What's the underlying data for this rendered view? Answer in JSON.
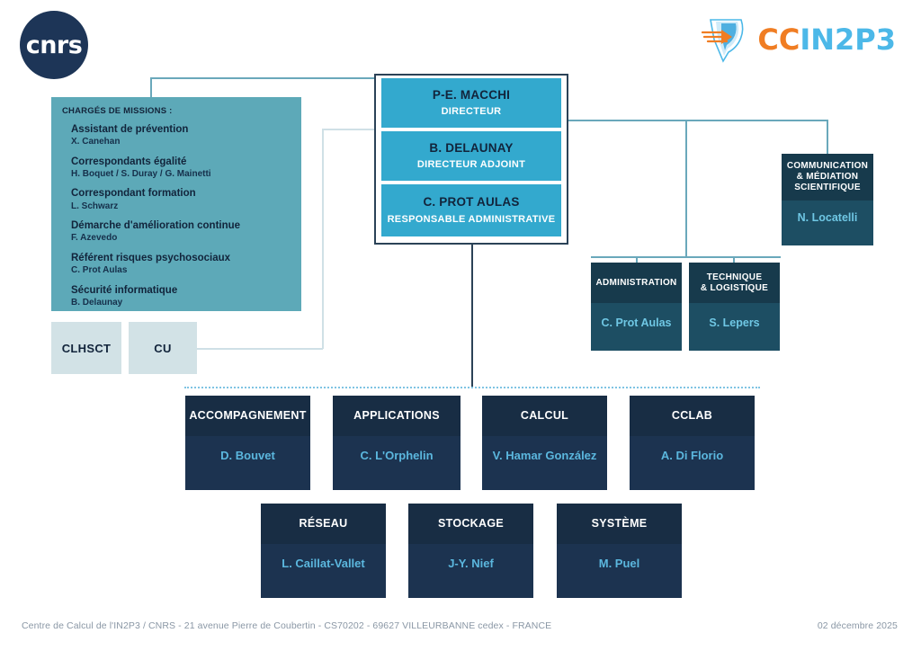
{
  "logos": {
    "cnrs": "cnrs",
    "ccin2p3_cc": "CC",
    "ccin2p3_in2p3": "IN2P3"
  },
  "charges": {
    "title": "CHARGÉS DE MISSIONS :",
    "items": [
      {
        "role": "Assistant de prévention",
        "person": "X. Canehan"
      },
      {
        "role": "Correspondants égalité",
        "person": "H. Boquet / S. Duray / G. Mainetti"
      },
      {
        "role": "Correspondant formation",
        "person": "L. Schwarz"
      },
      {
        "role": "Démarche d'amélioration continue",
        "person": "F. Azevedo"
      },
      {
        "role": "Référent risques psychosociaux",
        "person": "C. Prot Aulas"
      },
      {
        "role": "Sécurité informatique",
        "person": "B. Delaunay"
      }
    ]
  },
  "direction": [
    {
      "name": "P-E. MACCHI",
      "role": "DIRECTEUR"
    },
    {
      "name": "B. DELAUNAY",
      "role": "DIRECTEUR ADJOINT"
    },
    {
      "name": "C. PROT AULAS",
      "role": "RESPONSABLE  ADMINISTRATIVE"
    }
  ],
  "committees": [
    {
      "label": "CLHSCT"
    },
    {
      "label": "CU"
    }
  ],
  "support_units": [
    {
      "title": "COMMUNICATION\n& MÉDIATION\nSCIENTIFIQUE",
      "person": "N. Locatelli"
    },
    {
      "title": "ADMINISTRATION",
      "person": "C. Prot Aulas"
    },
    {
      "title": "TECHNIQUE\n& LOGISTIQUE",
      "person": "S. Lepers"
    }
  ],
  "services_row1": [
    {
      "title": "ACCOMPAGNEMENT",
      "person": "D. Bouvet"
    },
    {
      "title": "APPLICATIONS",
      "person": "C. L'Orphelin"
    },
    {
      "title": "CALCUL",
      "person": "V. Hamar González"
    },
    {
      "title": "CCLAB",
      "person": "A. Di Florio"
    }
  ],
  "services_row2": [
    {
      "title": "RÉSEAU",
      "person": "L. Caillat-Vallet"
    },
    {
      "title": "STOCKAGE",
      "person": "J-Y. Nief"
    },
    {
      "title": "SYSTÈME",
      "person": "M. Puel"
    }
  ],
  "footer": {
    "address": "Centre de Calcul de l'IN2P3 / CNRS - 21 avenue Pierre de Coubertin - CS70202 - 69627 VILLEURBANNE cedex - FRANCE",
    "date": "02 décembre 2025"
  },
  "colors": {
    "teal_primary": "#33a9ce",
    "teal_panel": "#5da9b8",
    "navy_dark": "#182d44",
    "navy_body": "#1c3350",
    "teal_dark_head": "#173a4c",
    "teal_dark_body": "#1d4e63",
    "pale_box": "#d2e2e6",
    "accent_orange": "#f07d23",
    "accent_lightblue": "#4cb8e8",
    "name_blue": "#5bb7de",
    "footer_grey": "#8a97a5"
  }
}
